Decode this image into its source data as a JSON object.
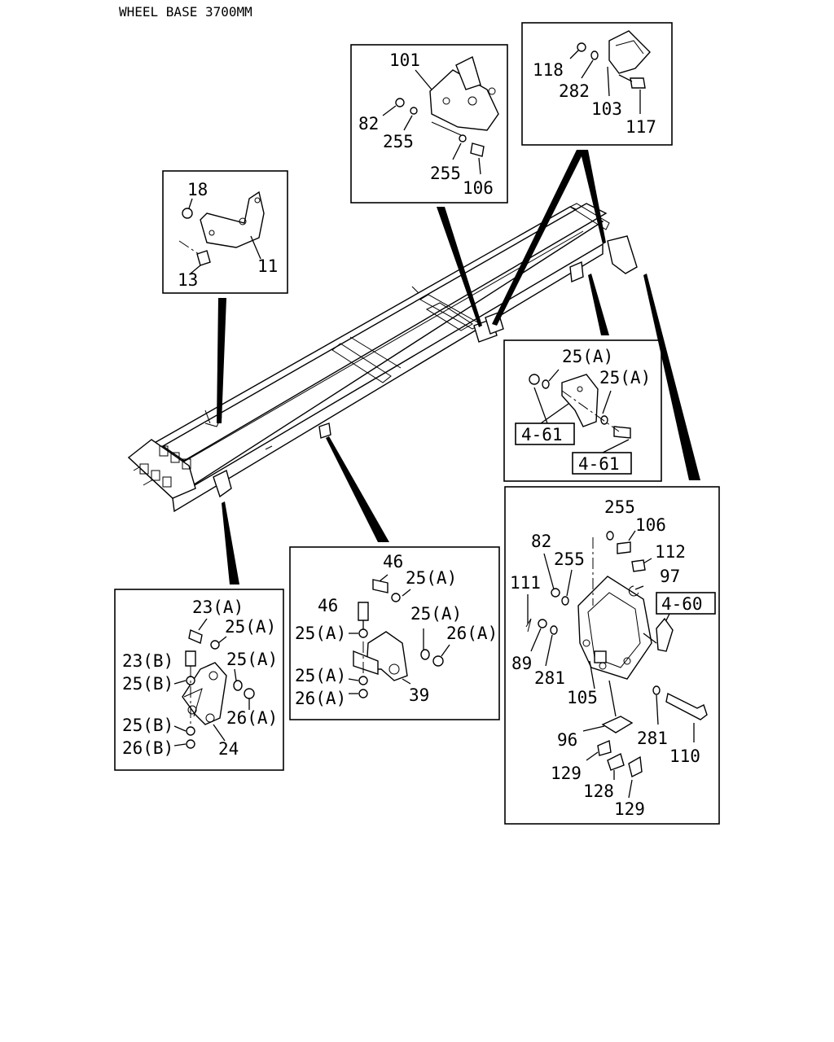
{
  "title": "WHEEL BASE 3700MM",
  "callouts": {
    "box_101": [
      "101",
      "82",
      "255",
      "255",
      "106"
    ],
    "box_103": [
      "118",
      "282",
      "103",
      "117"
    ],
    "box_11": [
      "18",
      "11",
      "13"
    ],
    "box_4_61": [
      "25(A)",
      "25(A)",
      "4-61",
      "4-61"
    ],
    "box_105": [
      "255",
      "106",
      "82",
      "255",
      "112",
      "111",
      "97",
      "4-60",
      "89",
      "281",
      "105",
      "281",
      "110",
      "96",
      "129",
      "128",
      "129"
    ],
    "box_39": [
      "46",
      "25(A)",
      "46",
      "25(A)",
      "25(A)",
      "26(A)",
      "25(A)",
      "26(A)",
      "39"
    ],
    "box_24": [
      "23(A)",
      "25(A)",
      "23(B)",
      "25(A)",
      "25(B)",
      "25(B)",
      "26(A)",
      "26(B)",
      "24"
    ]
  }
}
